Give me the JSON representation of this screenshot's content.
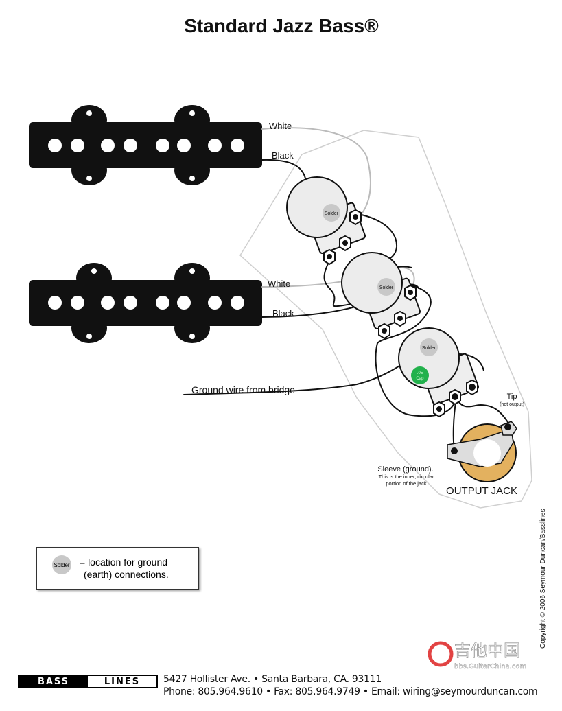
{
  "title": "Standard Jazz Bass®",
  "labels": {
    "neck_white": "White",
    "neck_black": "Black",
    "bridge_white": "White",
    "bridge_black": "Black",
    "ground_wire": "Ground wire from bridge",
    "tip": "Tip",
    "tip_sub": "(hot output)",
    "sleeve": "Sleeve (ground).",
    "sleeve_sub1": "This is the inner, circular",
    "sleeve_sub2": "portion of the jack",
    "output_jack": "OUTPUT JACK",
    "solder": "Solder",
    "cap_value": ".05",
    "cap_word": "Cap"
  },
  "legend": {
    "solder": "Solder",
    "line1": "= location for ground",
    "line2": "(earth) connections."
  },
  "copyright": "Copyright © 2006 Seymour Duncan/Basslines",
  "footer": {
    "logo_left": "BASS",
    "logo_right": "LINES",
    "address": "5427 Hollister Ave. • Santa Barbara, CA. 93111",
    "contact": "Phone: 805.964.9610 • Fax: 805.964.9749 • Email: wiring@seymourduncan.com"
  },
  "watermark": {
    "text": "吉他中国",
    "url_text": "bbs.GuitarChina.com"
  },
  "colors": {
    "cap": "#22b14c",
    "jack_ring": "#e3b15f",
    "solder": "#c8c8c8",
    "pot": "#ececec"
  }
}
